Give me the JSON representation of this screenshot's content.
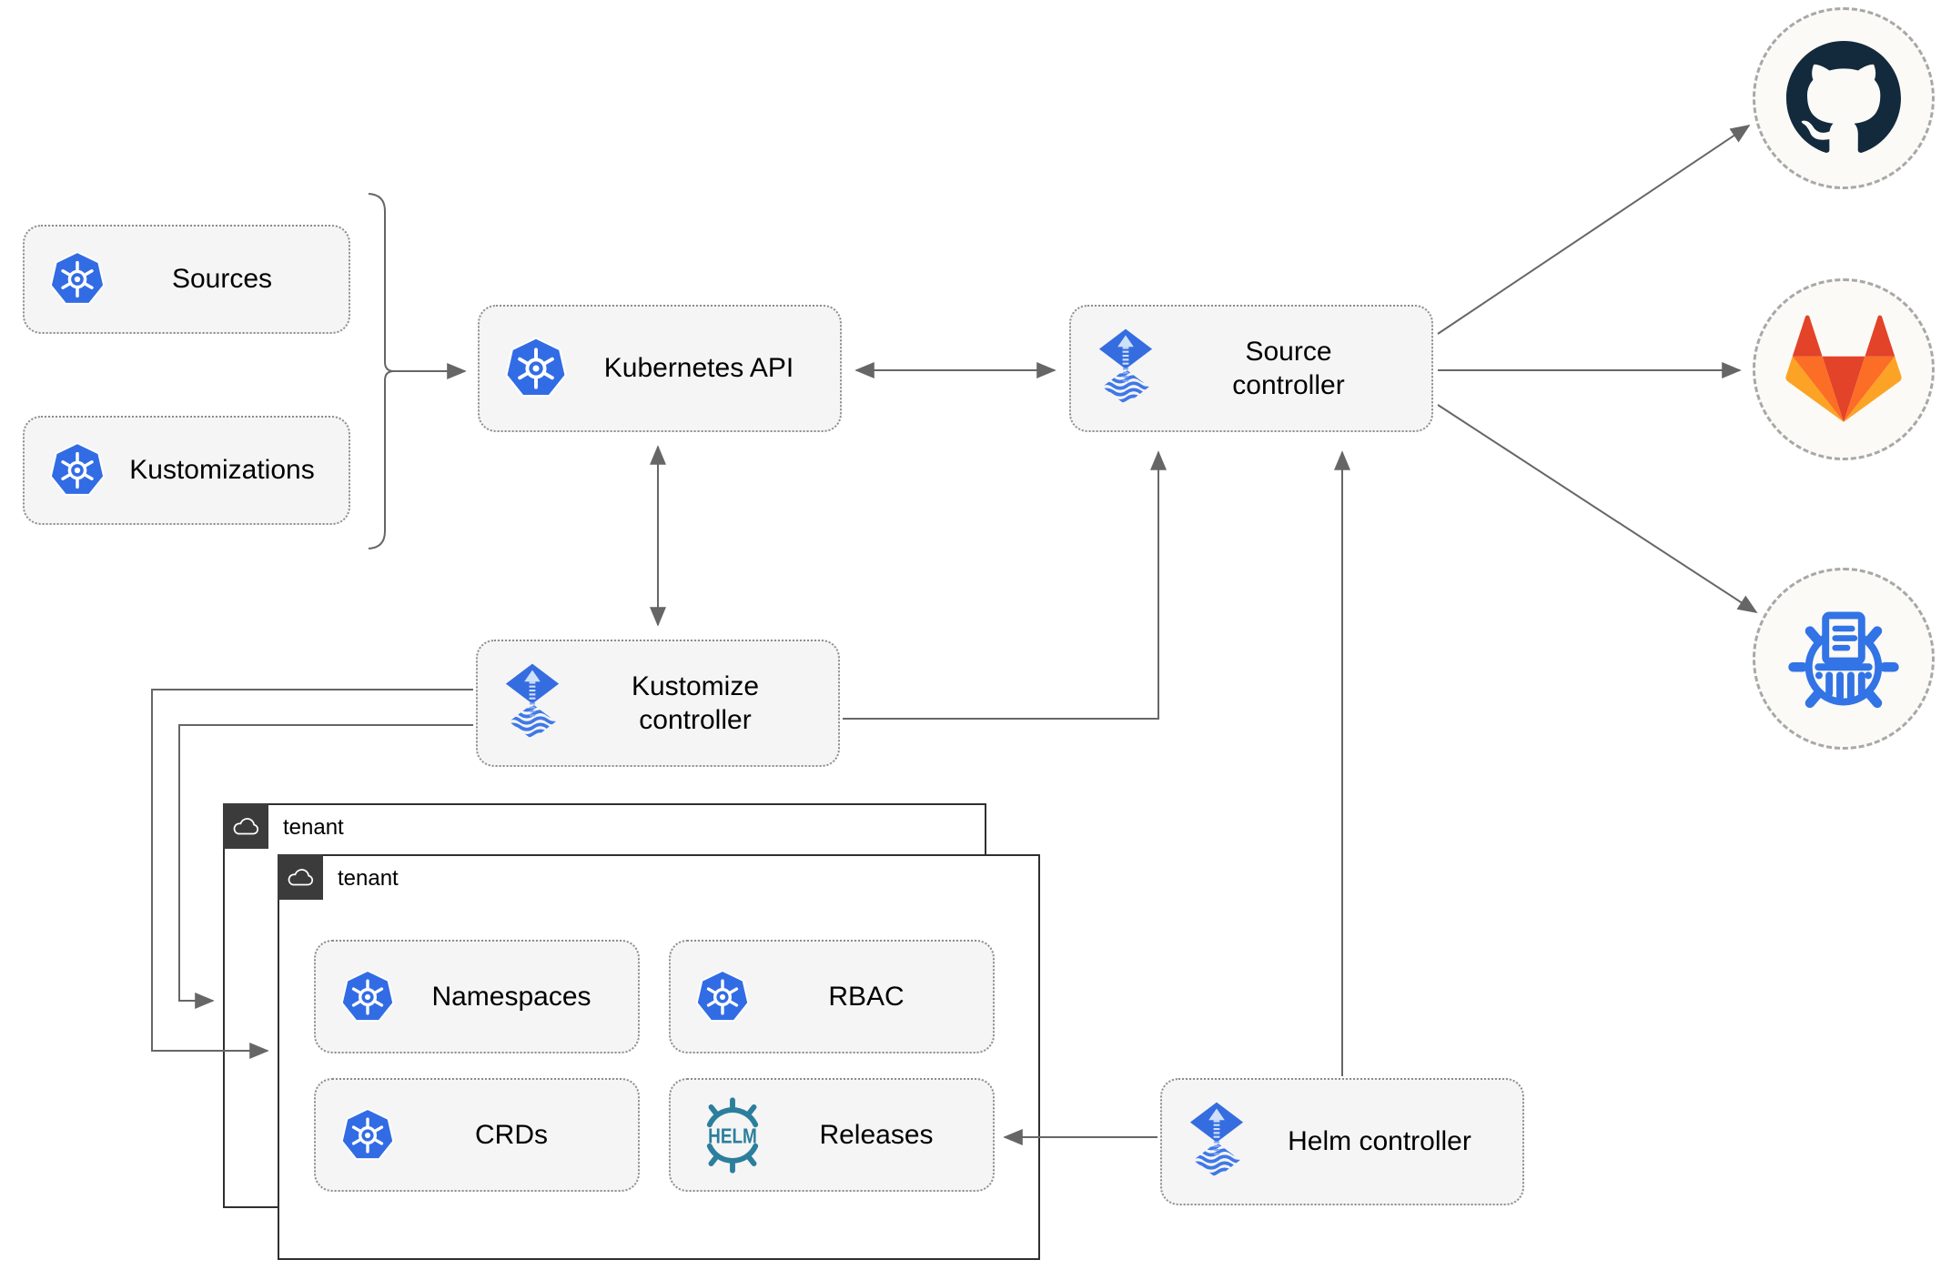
{
  "nodes": {
    "sources": "Sources",
    "kustomizations": "Kustomizations",
    "kubernetes_api": "Kubernetes API",
    "source_controller": "Source controller",
    "kustomize_controller": "Kustomize controller",
    "helm_controller": "Helm controller",
    "namespaces": "Namespaces",
    "rbac": "RBAC",
    "crds": "CRDs",
    "releases": "Releases"
  },
  "tenants": {
    "outer": "tenant",
    "inner": "tenant"
  },
  "icons": {
    "helm_text": "HELM",
    "kubernetes": "kubernetes-icon",
    "flux": "flux-icon",
    "helm": "helm-icon",
    "github": "github-icon",
    "gitlab": "gitlab-icon",
    "registry": "harbor-registry-icon",
    "cloud": "cloud-icon"
  },
  "colors": {
    "node_fill": "#f5f5f5",
    "node_border": "#8c8c8c",
    "connector": "#666666",
    "tenant_border": "#2f2f2f",
    "tenant_badge": "#3b3b3b",
    "kubernetes_blue": "#326ce5",
    "flux_blue": "#356de0",
    "flux_arrow_light": "#cfe0f9",
    "helm_teal": "#2b7f9d",
    "github_dark": "#13293c",
    "gitlab_red": "#e24329",
    "gitlab_orange": "#fc6d26",
    "gitlab_yellow": "#fca326",
    "harbor_blue": "#3273e6",
    "endpoint_fill": "#fbfaf6",
    "endpoint_border": "#a8a8a8"
  }
}
